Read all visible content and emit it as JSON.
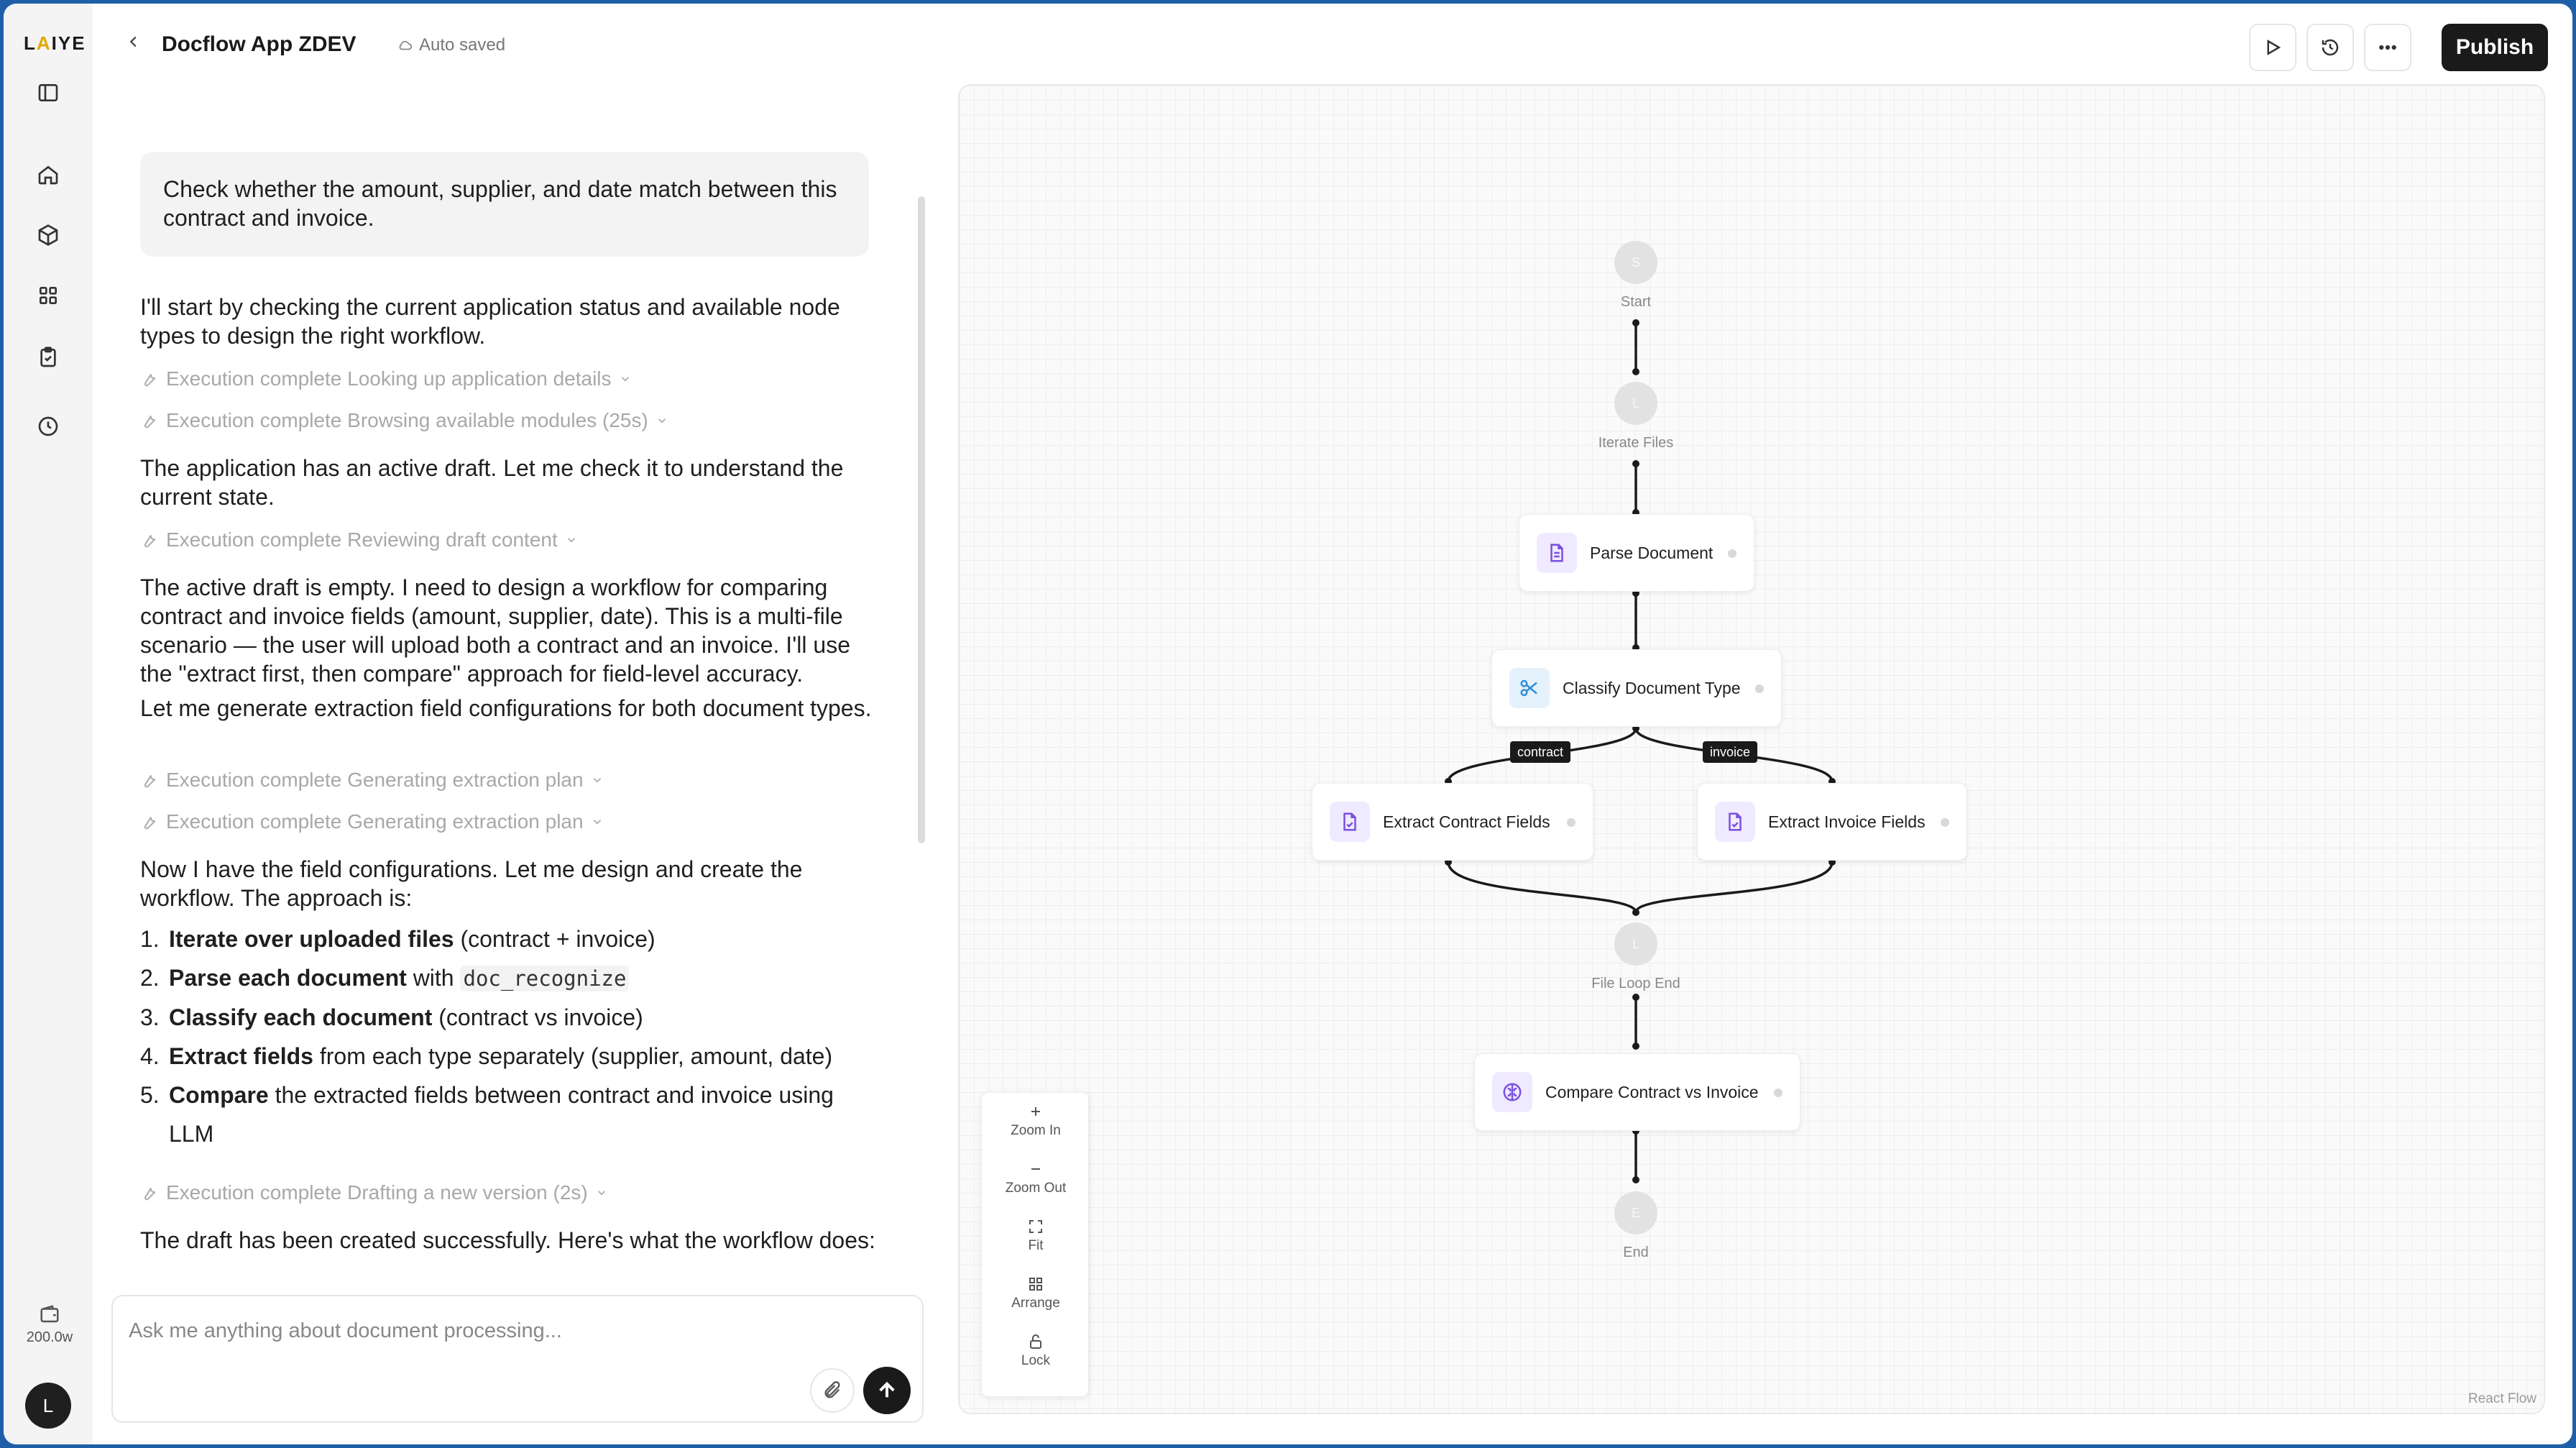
{
  "logo": {
    "text_main": "LAIYE"
  },
  "header": {
    "title": "Docflow App ZDEV",
    "autosave": "Auto saved",
    "publish_label": "Publish"
  },
  "rail": {
    "credits": "200.0w",
    "avatar_letter": "L"
  },
  "chat": {
    "user_message": "Check whether the amount, supplier, and date match between this contract and invoice.",
    "messages": {
      "m1": "I'll start by checking the current application status and available node types to design the right workflow.",
      "m2": "The application has an active draft. Let me check it to understand the current state.",
      "m3": "The active draft is empty. I need to design a workflow for comparing contract and invoice fields (amount, supplier, date). This is a multi-file scenario — the user will upload both a contract and an invoice. I'll use the \"extract first, then compare\" approach for field-level accuracy.",
      "m4": "Let me generate extraction field configurations for both document types.",
      "m5": "Now I have the field configurations. Let me design and create the workflow. The approach is:",
      "m6": "The draft has been created successfully. Here's what the workflow does:"
    },
    "executions": [
      "Execution complete Looking up application details",
      "Execution complete Browsing available modules (25s)",
      "Execution complete Reviewing draft content",
      "Execution complete Generating extraction plan",
      "Execution complete Generating extraction plan",
      "Execution complete Drafting a new version (2s)"
    ],
    "steps": [
      {
        "num": "1.",
        "bold": "Iterate over uploaded files",
        "rest": " (contract + invoice)"
      },
      {
        "num": "2.",
        "bold": "Parse each document",
        "rest": " with ",
        "code": "doc_recognize"
      },
      {
        "num": "3.",
        "bold": "Classify each document",
        "rest": " (contract vs invoice)"
      },
      {
        "num": "4.",
        "bold": "Extract fields",
        "rest": " from each type separately (supplier, amount, date)"
      },
      {
        "num": "5.",
        "bold": "Compare",
        "rest": " the extracted fields between contract and invoice using LLM"
      }
    ],
    "composer_placeholder": "Ask me anything about document processing..."
  },
  "canvas": {
    "circles": [
      {
        "letter": "S",
        "label": "Start"
      },
      {
        "letter": "L",
        "label": "Iterate Files"
      },
      {
        "letter": "L",
        "label": "File Loop End"
      },
      {
        "letter": "E",
        "label": "End"
      }
    ],
    "nodes": {
      "parse": "Parse Document",
      "classify": "Classify Document Type",
      "extract_contract": "Extract Contract Fields",
      "extract_invoice": "Extract Invoice Fields",
      "compare": "Compare Contract vs Invoice"
    },
    "edge_labels": {
      "contract": "contract",
      "invoice": "invoice"
    },
    "controls": [
      "Zoom In",
      "Zoom Out",
      "Fit",
      "Arrange",
      "Lock"
    ],
    "attribution": "React Flow"
  }
}
